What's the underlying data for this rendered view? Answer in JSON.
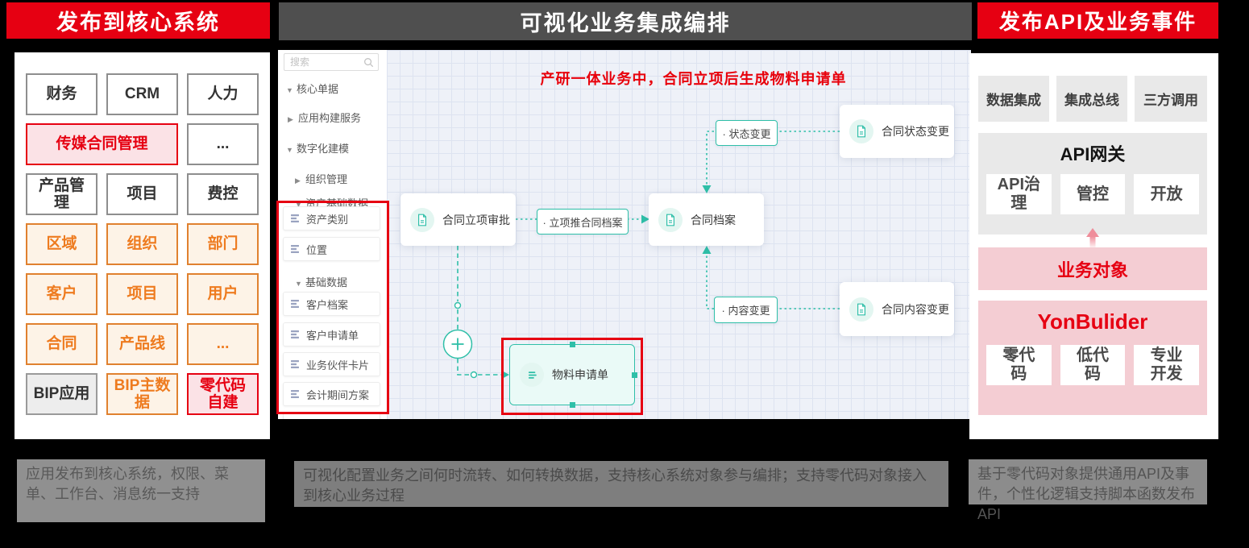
{
  "colors": {
    "brand_red": "#e60012",
    "header_dark": "#4f4f4f",
    "teal": "#2fbfa8",
    "orange": "#ee7b1f",
    "pink_block": "#f4cdd3"
  },
  "left_panel": {
    "header": "发布到核心系统",
    "grid": [
      {
        "label": "财务"
      },
      {
        "label": "CRM"
      },
      {
        "label": "人力"
      },
      {
        "label": "传媒合同管理"
      },
      {
        "label": "..."
      },
      {
        "label": "产品管理"
      },
      {
        "label": "项目"
      },
      {
        "label": "费控"
      },
      {
        "label": "区域"
      },
      {
        "label": "组织"
      },
      {
        "label": "部门"
      },
      {
        "label": "客户"
      },
      {
        "label": "项目"
      },
      {
        "label": "用户"
      },
      {
        "label": "合同"
      },
      {
        "label": "产品线"
      },
      {
        "label": "..."
      },
      {
        "label": "BIP应用"
      },
      {
        "label": "BIP主数据"
      },
      {
        "label": "零代码自建"
      }
    ],
    "caption": "应用发布到核心系统，权限、菜单、工作台、消息统一支持"
  },
  "middle_panel": {
    "header": "可视化业务集成编排",
    "sidebar": {
      "search_placeholder": "搜索",
      "tree": [
        {
          "glyph": "▼",
          "label": "核心单据"
        },
        {
          "glyph": "▶",
          "label": "应用构建服务"
        },
        {
          "glyph": "▼",
          "label": "数字化建模"
        },
        {
          "glyph": "▶",
          "label": "组织管理"
        },
        {
          "glyph": "▼",
          "label": "资产基础数据"
        },
        {
          "label": "资产类别"
        },
        {
          "label": "位置"
        },
        {
          "glyph": "▼",
          "label": "基础数据"
        },
        {
          "label": "客户档案"
        },
        {
          "label": "客户申请单"
        },
        {
          "label": "业务伙伴卡片"
        },
        {
          "label": "会计期间方案"
        }
      ]
    },
    "canvas": {
      "annotation": "产研一体业务中，合同立项后生成物料申请单",
      "nodes": [
        {
          "label": "合同立项审批"
        },
        {
          "label": "合同档案"
        },
        {
          "label": "合同状态变更"
        },
        {
          "label": "合同内容变更"
        },
        {
          "label": "物料申请单",
          "selected": "true"
        }
      ],
      "edge_labels": [
        {
          "label": "· 立项推合同档案"
        },
        {
          "label": "· 状态变更"
        },
        {
          "label": "· 内容变更"
        }
      ],
      "plus_label": "+"
    },
    "caption": "可视化配置业务之间何时流转、如何转换数据，支持核心系统对象参与编排；支持零代码对象接入到核心业务过程"
  },
  "right_panel": {
    "header": "发布API及业务事件",
    "top_boxes": [
      {
        "label": "数据集成"
      },
      {
        "label": "集成总线"
      },
      {
        "label": "三方调用"
      }
    ],
    "api_gateway": {
      "title": "API网关",
      "boxes": [
        {
          "label": "API治理"
        },
        {
          "label": "管控"
        },
        {
          "label": "开放"
        }
      ]
    },
    "business_object": "业务对象",
    "yonbuilder": {
      "title": "YonBulider",
      "boxes": [
        {
          "label": "零代码"
        },
        {
          "label": "低代码"
        },
        {
          "label": "专业开发"
        }
      ]
    },
    "caption": "基于零代码对象提供通用API及事件，个性化逻辑支持脚本函数发布API"
  }
}
